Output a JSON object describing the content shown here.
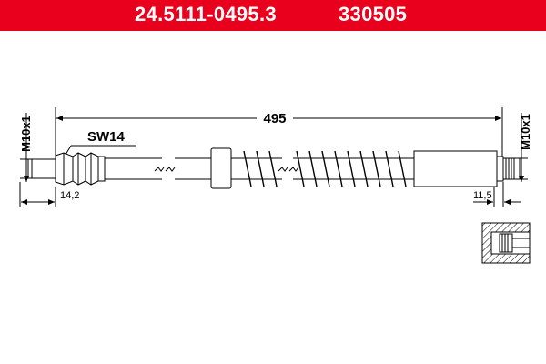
{
  "header": {
    "part_number": "24.5111-0495.3",
    "alt_number": "330505",
    "accent_color": "#e8001c"
  },
  "drawing": {
    "length_label": "495",
    "wrench_label": "SW14",
    "left_thread_label": "M10x1",
    "right_thread_label": "M10x1",
    "left_offset_label": "14,2",
    "right_offset_label": "11,5"
  }
}
